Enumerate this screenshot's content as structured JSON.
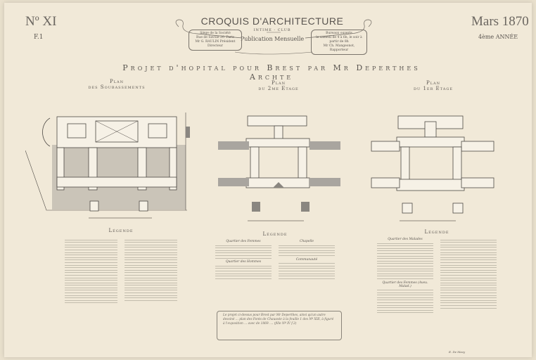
{
  "header": {
    "number": "Nº XI",
    "sheet": "F.1",
    "date": "Mars 1870",
    "year": "4ème ANNÉE",
    "title": "CROQUIS D'ARCHITECTURE",
    "club": "INTIME - CLUB",
    "publication": "Publication Mensuelle",
    "left_box": [
      "Siège de la Société",
      "Rue de Savoie 20. Paris",
      "Mr G. RAULIN Président Directeur"
    ],
    "right_box": [
      "Bureaux ouverts",
      "le samedi de 4 à 6h, le soir à partir de 8h",
      "Mr Ch. Mangeonot, Rapporteur"
    ]
  },
  "project_title": "Projet d'hopital pour Brest par Mr Deperthes Archte",
  "plans": [
    {
      "label_top": "Plan",
      "label_bottom": "des Soubassements"
    },
    {
      "label_top": "Plan",
      "label_bottom": "du 2me Etage"
    },
    {
      "label_top": "Plan",
      "label_bottom": "du 1er Etage"
    }
  ],
  "legends": [
    {
      "title": "Légende"
    },
    {
      "title": "Légende",
      "sections": [
        "Quartier des Femmes",
        "Chapelle",
        "Quartier des Hommes",
        "Communauté"
      ]
    },
    {
      "title": "Légende",
      "sections": [
        "Quartier des Malades",
        "Quartier des Femmes (Aveu. Malad.)"
      ]
    }
  ],
  "note": "Le projet ci-dessus pour Brest par Mr Deperthes, ainsi qu'un autre dessiné ... plan des Fonts de Chaussée à la feuille 1 des Nº XIII, à figuré à l'exposition ... avec de 1869. ... (fille Nº IV f.3)",
  "signature": "E. De Mazy"
}
